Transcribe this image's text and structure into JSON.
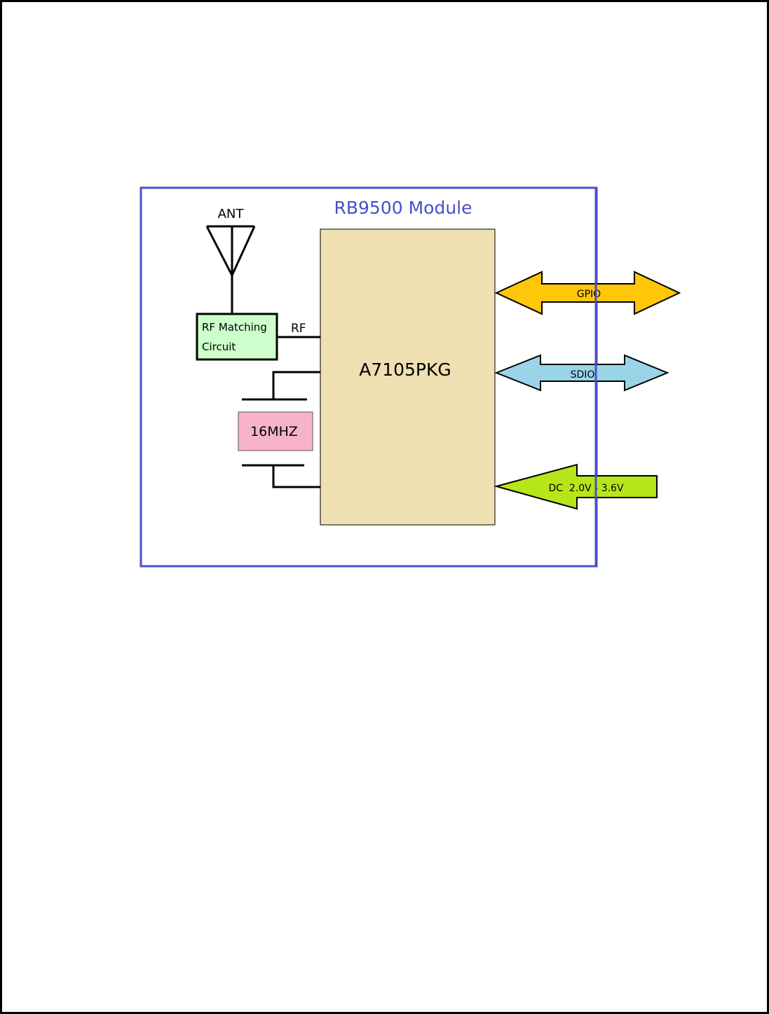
{
  "module": {
    "title": "RB9500 Module",
    "border_color": "#4a4fc8"
  },
  "antenna": {
    "label": "ANT"
  },
  "rf_matching": {
    "line1": "RF Matching",
    "line2": "Circuit",
    "fill": "#ccffcc"
  },
  "rf_signal": {
    "label": "RF"
  },
  "chip": {
    "label": "A7105PKG",
    "fill": "#eee0b0"
  },
  "crystal": {
    "label": "16MHZ",
    "fill": "#f7b3cc"
  },
  "interfaces": {
    "gpio": {
      "label": "GPIO",
      "fill": "#ffc60a"
    },
    "sdio": {
      "label": "SDIO",
      "fill": "#99d4e8"
    },
    "power": {
      "label": "DC  2.0V - 3.6V",
      "fill": "#b6e61a"
    }
  }
}
